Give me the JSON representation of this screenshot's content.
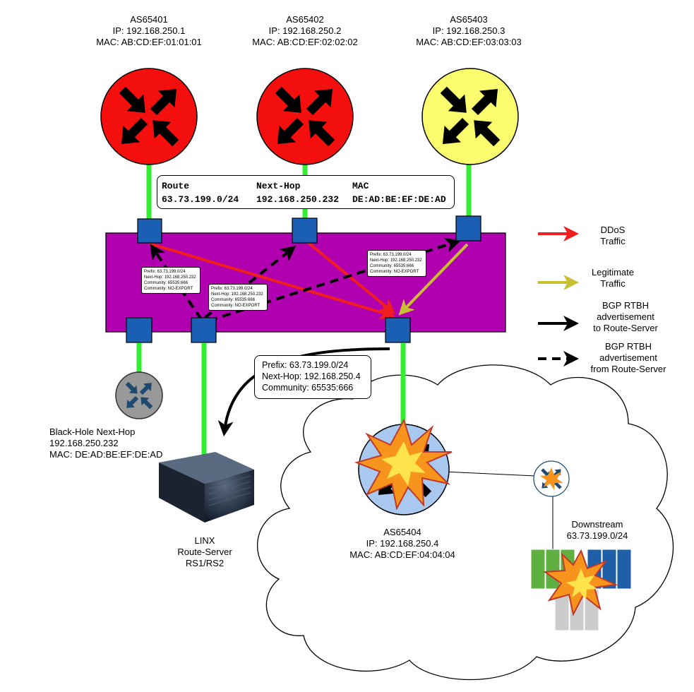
{
  "routers": [
    {
      "as": "AS65401",
      "ip": "IP: 192.168.250.1",
      "mac": "MAC: AB:CD:EF:01:01:01",
      "color": "#f40f0f"
    },
    {
      "as": "AS65402",
      "ip": "IP: 192.168.250.2",
      "mac": "MAC: AB:CD:EF:02:02:02",
      "color": "#f40f0f"
    },
    {
      "as": "AS65403",
      "ip": "IP: 192.168.250.3",
      "mac": "MAC: AB:CD:EF:03:03:03",
      "color": "#fbfb6e"
    }
  ],
  "route_table": {
    "h_route": "Route",
    "h_nexthop": "Next-Hop",
    "h_mac": "MAC",
    "route": "63.73.199.0/24",
    "nexthop": "192.168.250.232",
    "mac": "DE:AD:BE:EF:DE:AD"
  },
  "small_boxes": [
    {
      "lines": [
        "Prefix: 63.73.199.0/24",
        "Next-Hop: 192.168.250.232",
        "Community: 65535:666",
        "Community: NO-EXPORT"
      ]
    },
    {
      "lines": [
        "Prefix: 63.73.199.0/24",
        "Next-Hop: 192.168.250.232",
        "Community: 65535:666",
        "Community: NO-EXPORT"
      ]
    },
    {
      "lines": [
        "Prefix: 63.73.199.0/24",
        "Next-Hop: 192.168.250.232",
        "Community: 65535:666",
        "Community: NO-EXPORT"
      ]
    }
  ],
  "advert_box": {
    "lines": [
      "Prefix: 63.73.199.0/24",
      "Next-Hop: 192.168.250.4",
      "Community: 65535:666"
    ]
  },
  "blackhole": {
    "title": "Black-Hole Next-Hop",
    "ip": "192.168.250.232",
    "mac": "MAC: DE:AD:BE:EF:DE:AD"
  },
  "route_server": {
    "line1": "LINX",
    "line2": "Route-Server",
    "line3": "RS1/RS2"
  },
  "victim": {
    "as": "AS65404",
    "ip": "IP: 192.168.250.4",
    "mac": "MAC: AB:CD:EF:04:04:04"
  },
  "downstream": {
    "title": "Downstream",
    "prefix": "63.73.199.0/24"
  },
  "legend": [
    {
      "line1": "DDoS",
      "line2": "Traffic",
      "color": "#f01e1e",
      "style": "solid"
    },
    {
      "line1": "Legitimate",
      "line2": "Traffic",
      "color": "#c8c032",
      "style": "solid"
    },
    {
      "line1": "BGP RTBH",
      "line2": "advertisement",
      "line3": "to Route-Server",
      "color": "#000000",
      "style": "solid"
    },
    {
      "line1": "BGP RTBH",
      "line2": "advertisement",
      "line3": "from Route-Server",
      "color": "#000000",
      "style": "dashed"
    }
  ],
  "colors": {
    "ixp_fabric": "#b000b0",
    "port": "#1a5fb4",
    "link": "#33ee33",
    "ddos": "#f01e1e",
    "legit": "#c8c032"
  }
}
